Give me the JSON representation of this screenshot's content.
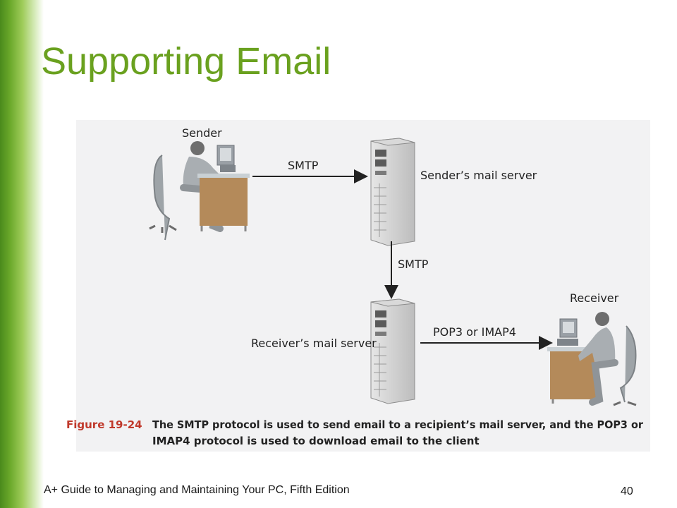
{
  "slide": {
    "title": "Supporting Email",
    "footer": "A+ Guide to Managing and Maintaining Your PC, Fifth Edition",
    "page_number": "40"
  },
  "diagram": {
    "sender_label": "Sender",
    "receiver_label": "Receiver",
    "sender_server_label": "Sender’s mail server",
    "receiver_server_label": "Receiver’s mail server",
    "arrow_smtp_1": "SMTP",
    "arrow_smtp_2": "SMTP",
    "arrow_pop3": "POP3 or IMAP4"
  },
  "caption": {
    "figure_number": "Figure 19-24",
    "line1": "The SMTP protocol is used to send email to a recipient’s mail server, and the POP3 or",
    "line2": "IMAP4 protocol is used to download email to the client"
  },
  "colors": {
    "title": "#6aa11f",
    "figure_label": "#c0392b",
    "desk": "#b48a5a"
  }
}
